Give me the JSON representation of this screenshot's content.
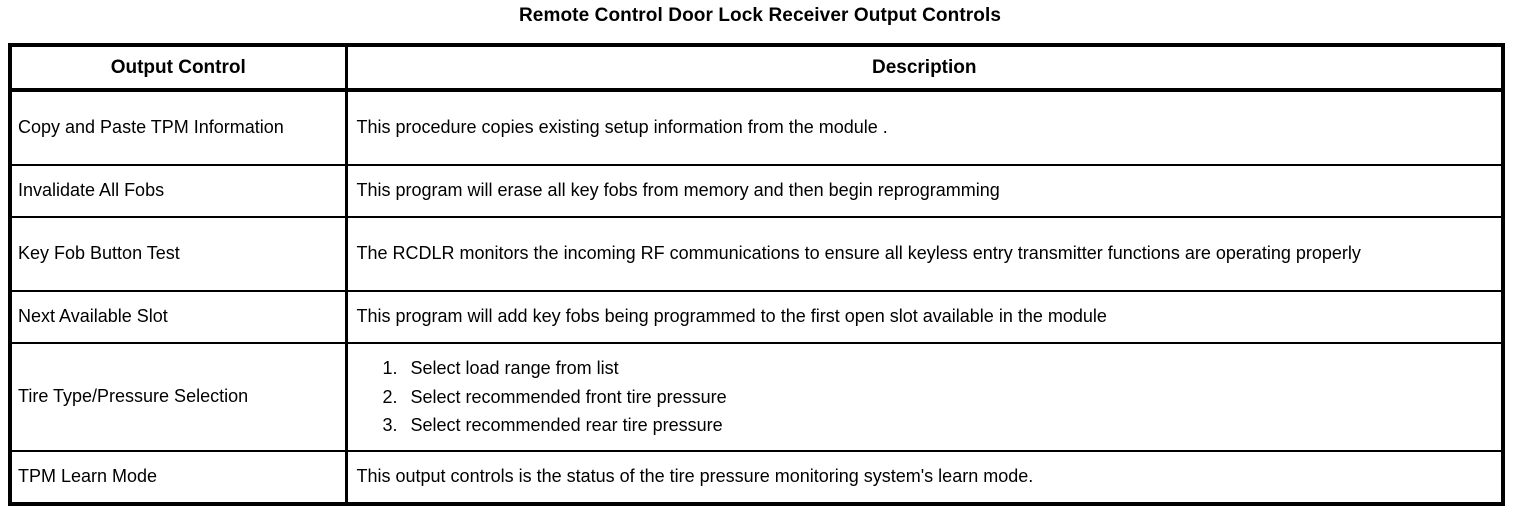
{
  "document": {
    "title": "Remote Control Door Lock Receiver Output Controls"
  },
  "table": {
    "headers": {
      "output_control": "Output Control",
      "description": "Description"
    },
    "rows": [
      {
        "name": "Copy and Paste TPM Information",
        "description": "This procedure copies existing setup information from the module ."
      },
      {
        "name": "Invalidate All Fobs",
        "description": "This program will erase all key fobs from memory and then begin reprogramming"
      },
      {
        "name": "Key Fob Button Test",
        "description": "The RCDLR monitors the incoming RF communications to ensure all keyless entry transmitter functions are operating properly"
      },
      {
        "name": "Next Available Slot",
        "description": "This program will add key fobs being programmed to the first open slot available in the module"
      },
      {
        "name": "Tire Type/Pressure Selection",
        "steps": [
          "Select load range from list",
          "Select recommended front tire pressure",
          "Select recommended rear tire pressure"
        ]
      },
      {
        "name": "TPM Learn Mode",
        "description": "This output controls is the status of the tire pressure monitoring system's learn mode."
      }
    ]
  },
  "colors": {
    "text": "#000000",
    "background": "#ffffff",
    "border": "#000000"
  }
}
